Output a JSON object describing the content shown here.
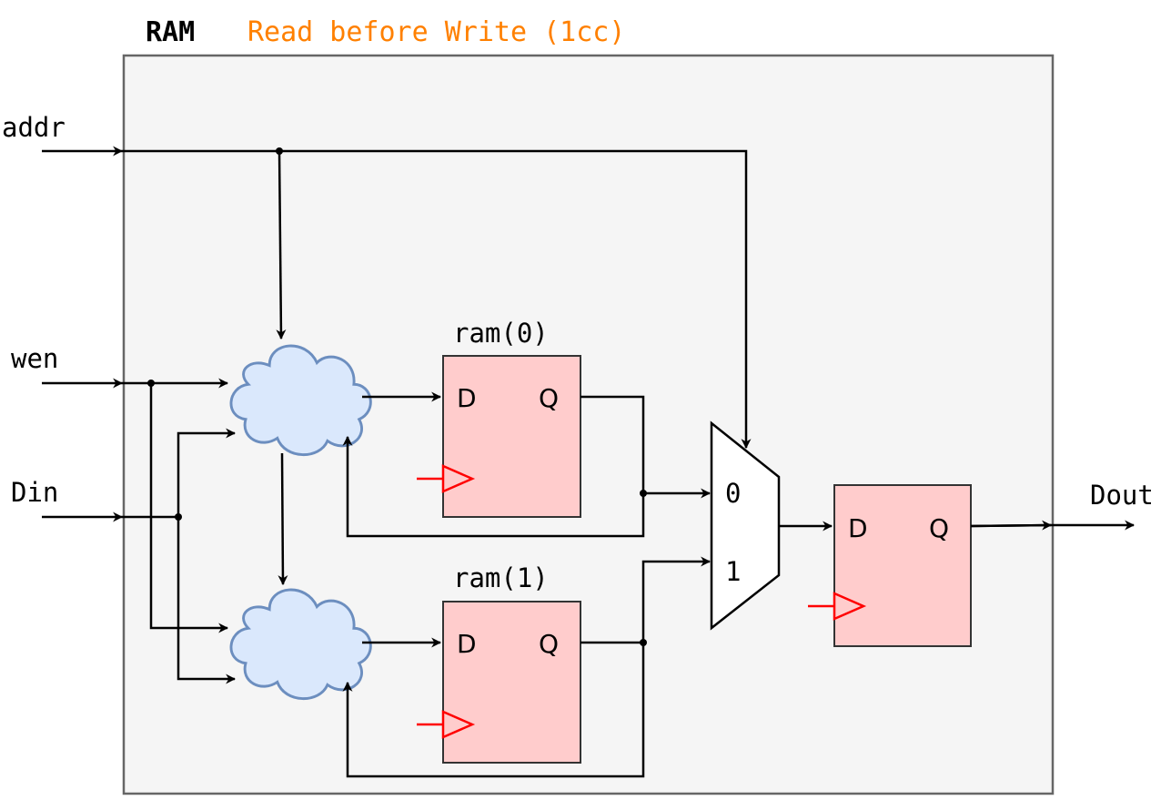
{
  "diagram": {
    "title": "RAM",
    "subtitle": "Read before Write (1cc)",
    "inputs": {
      "addr": "addr",
      "wen": "wen",
      "din": "Din"
    },
    "output": "Dout",
    "registers": [
      {
        "name": "ram(0)",
        "d": "D",
        "q": "Q"
      },
      {
        "name": "ram(1)",
        "d": "D",
        "q": "Q"
      }
    ],
    "mux": {
      "in0": "0",
      "in1": "1"
    },
    "out_register": {
      "d": "D",
      "q": "Q"
    },
    "colors": {
      "subtitle": "#ff8000",
      "container": "#f5f5f5",
      "register": "#ffcccc",
      "clock": "#ff0000",
      "cloud_fill": "#dae8fc",
      "cloud_stroke": "#6c8ebf"
    }
  }
}
